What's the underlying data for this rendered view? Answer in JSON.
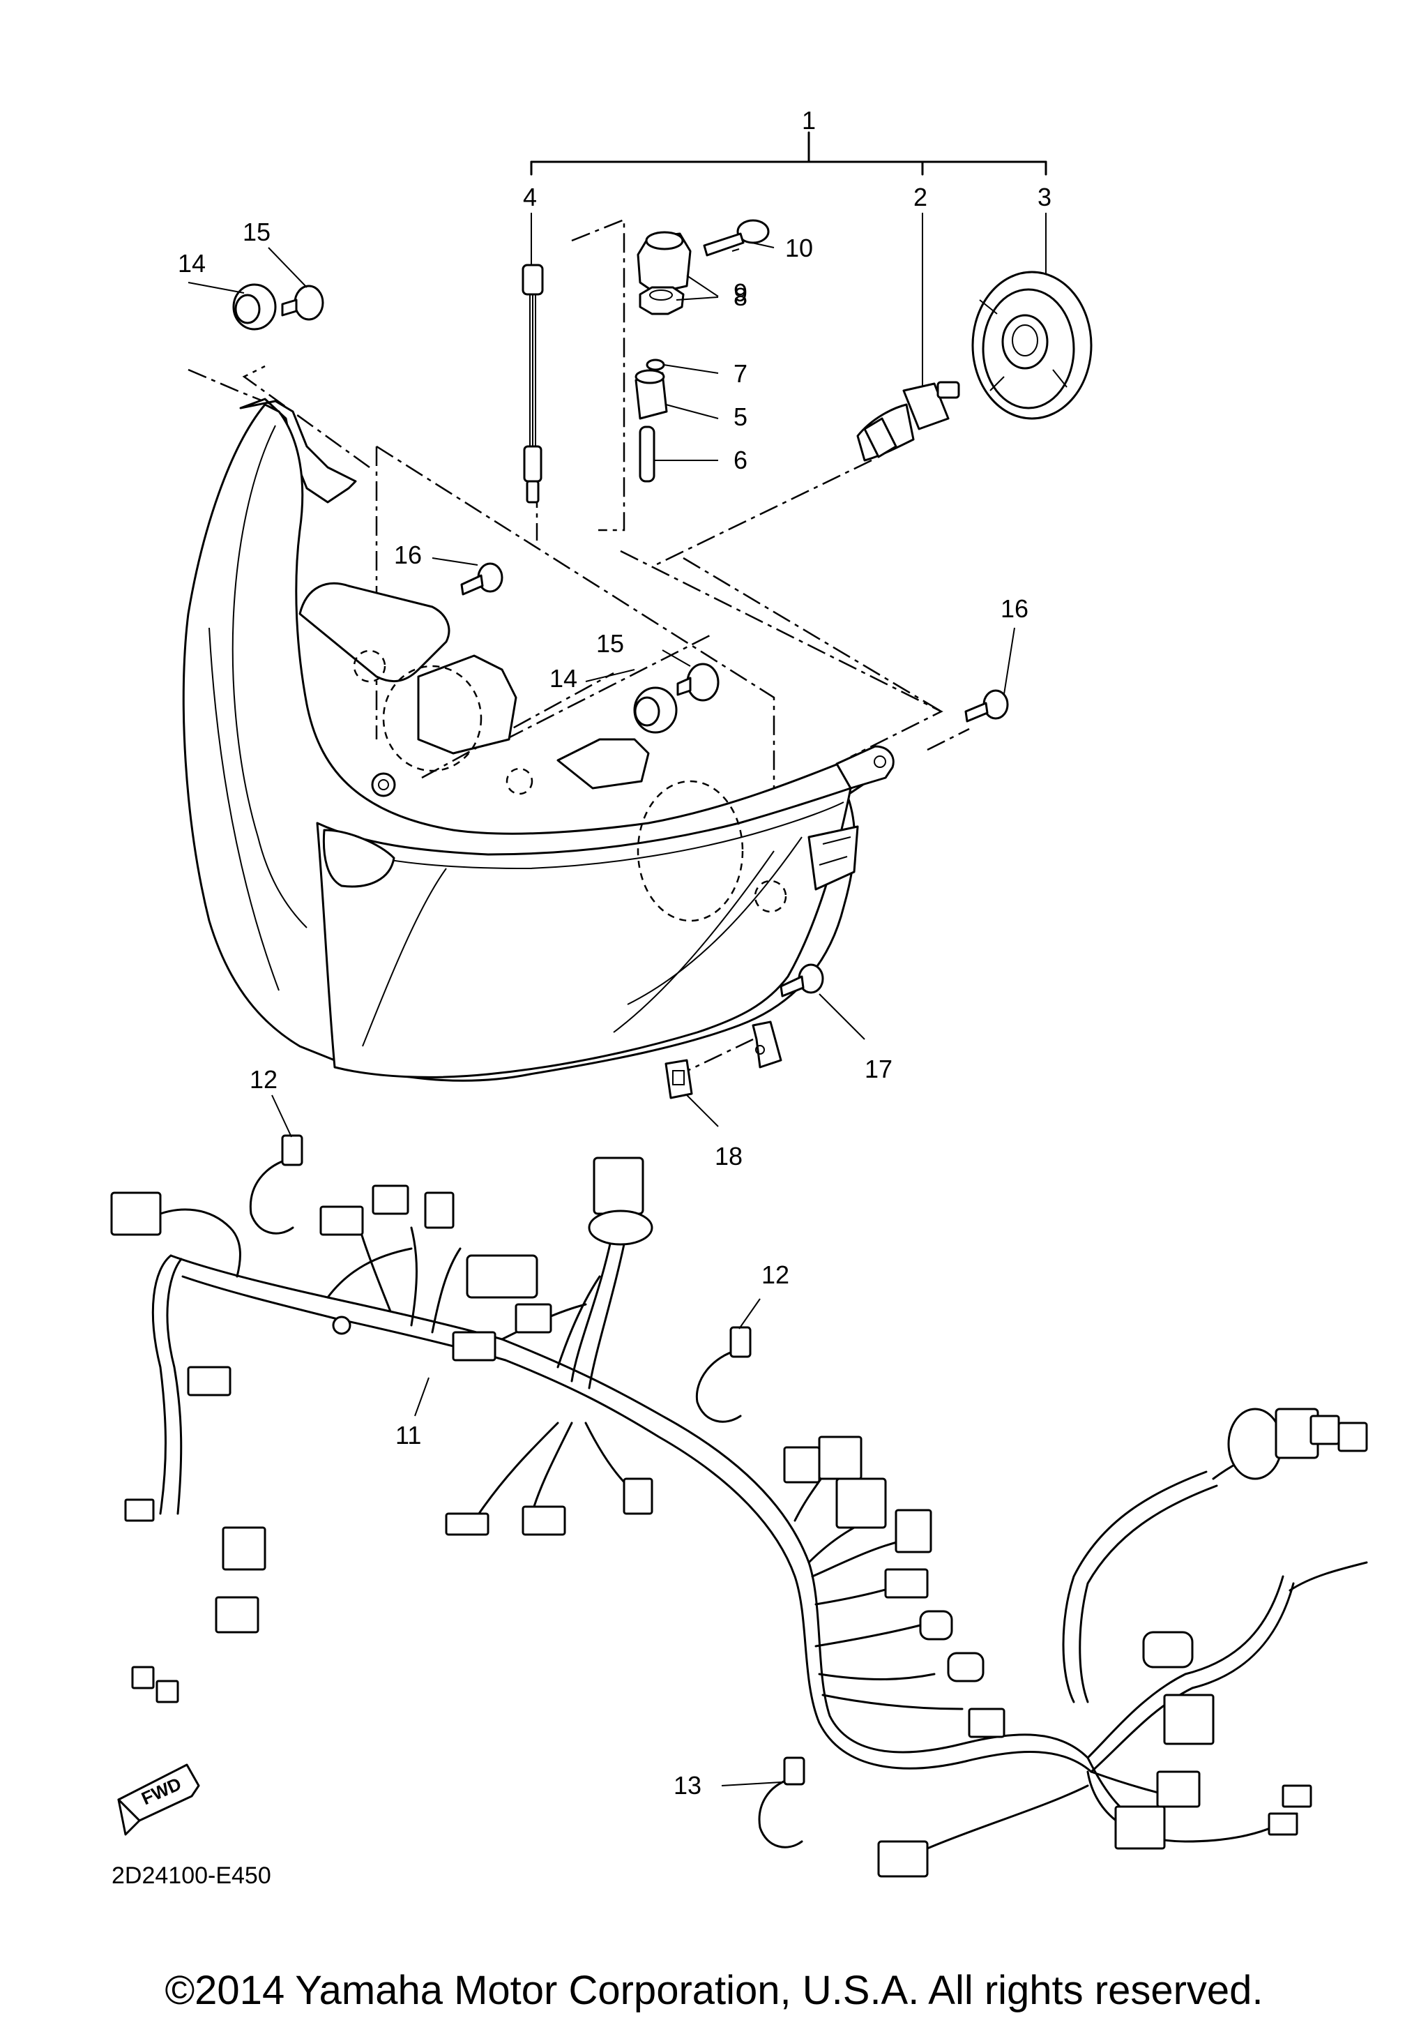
{
  "diagram": {
    "callouts": [
      "1",
      "2",
      "3",
      "4",
      "5",
      "6",
      "7",
      "8",
      "9",
      "10",
      "11",
      "12",
      "12",
      "13",
      "14",
      "14",
      "15",
      "15",
      "16",
      "16",
      "17",
      "18"
    ],
    "drawing_code": "2D24100-E450",
    "fwd_label": "FWD",
    "copyright": "©2014 Yamaha Motor Corporation, U.S.A. All rights reserved."
  }
}
